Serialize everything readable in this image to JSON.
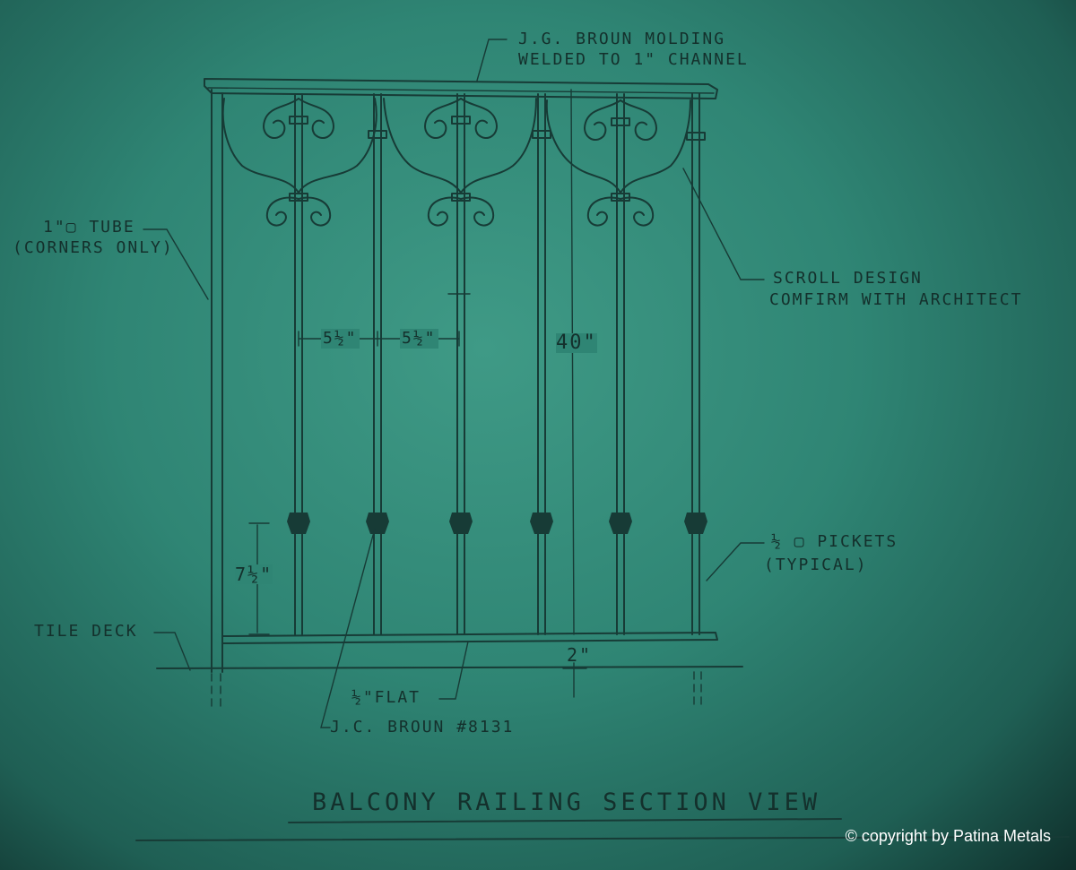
{
  "title": "BALCONY RAILING SECTION VIEW",
  "copyright": "© copyright by Patina Metals",
  "labels": {
    "molding_line1": "J.G. BROUN MOLDING",
    "molding_line2": "WELDED TO 1\" CHANNEL",
    "tube_line1": "1\"▢ TUBE",
    "tube_line2": "(CORNERS ONLY)",
    "scroll_line1": "SCROLL DESIGN",
    "scroll_line2": "COMFIRM WITH ARCHITECT",
    "pickets_line1": "½ ▢ PICKETS",
    "pickets_line2": "(TYPICAL)",
    "tile_deck": "TILE DECK",
    "flat_line1": "½\"FLAT",
    "flat_line2": "J.C. BROUN #8131"
  },
  "dimensions": {
    "spacing_a": "5½\"",
    "spacing_b": "5½\"",
    "height": "40\"",
    "collar_height": "7½\"",
    "gap": "2\""
  },
  "colors": {
    "paper": "#2f8574",
    "ink": "#173b36"
  }
}
